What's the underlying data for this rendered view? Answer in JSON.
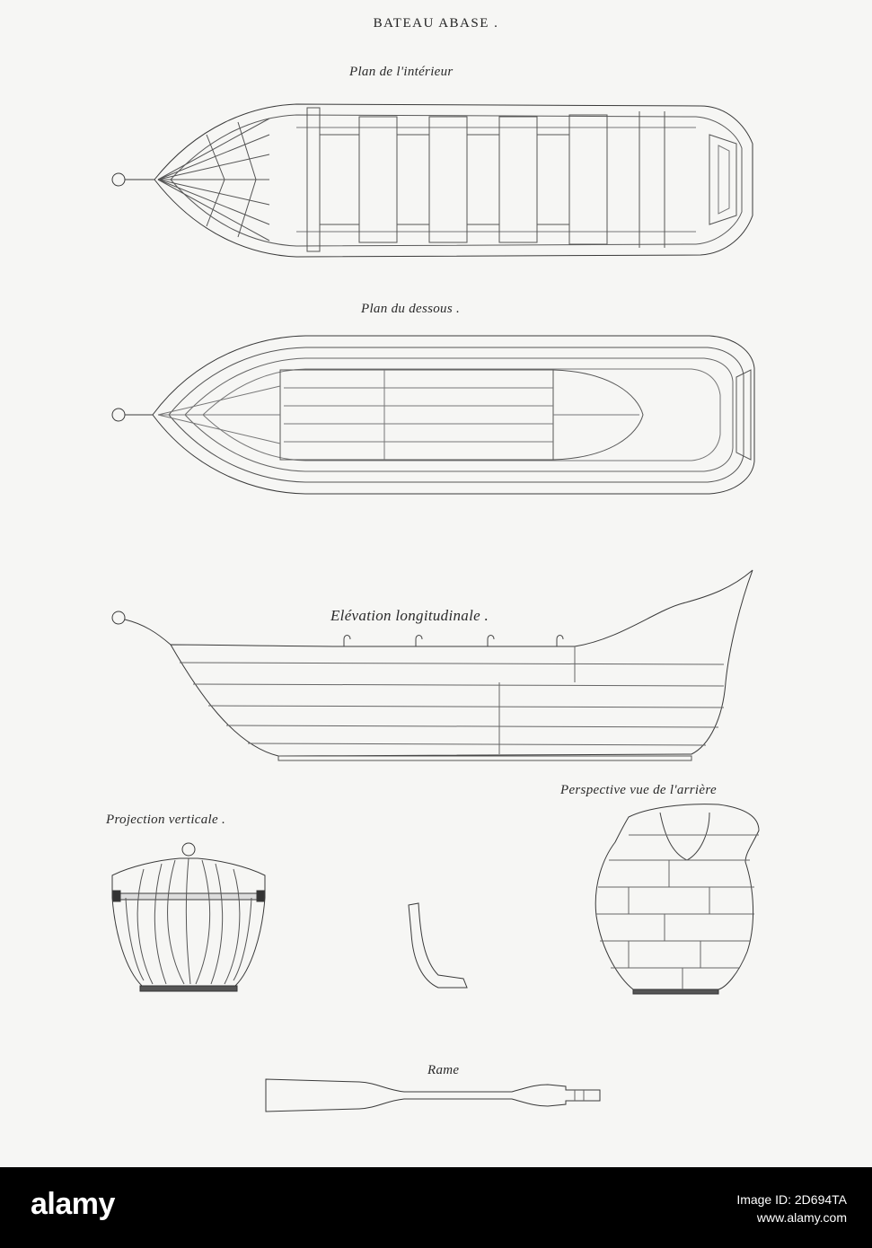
{
  "plate": {
    "title": "BATEAU ABASE .",
    "captions": {
      "interior_plan": "Plan de l'intérieur",
      "underside_plan": "Plan du dessous .",
      "longitudinal_elevation": "Elévation longitudinale .",
      "vertical_projection": "Projection verticale .",
      "rear_perspective": "Perspective vue de l'arrière",
      "oar": "Rame"
    }
  },
  "footer": {
    "brand": "alamy",
    "image_id": "Image ID: 2D694TA",
    "site": "www.alamy.com"
  },
  "colors": {
    "paper": "#f6f6f4",
    "ink": "#3a3a3a",
    "footer_bg": "#000000"
  }
}
